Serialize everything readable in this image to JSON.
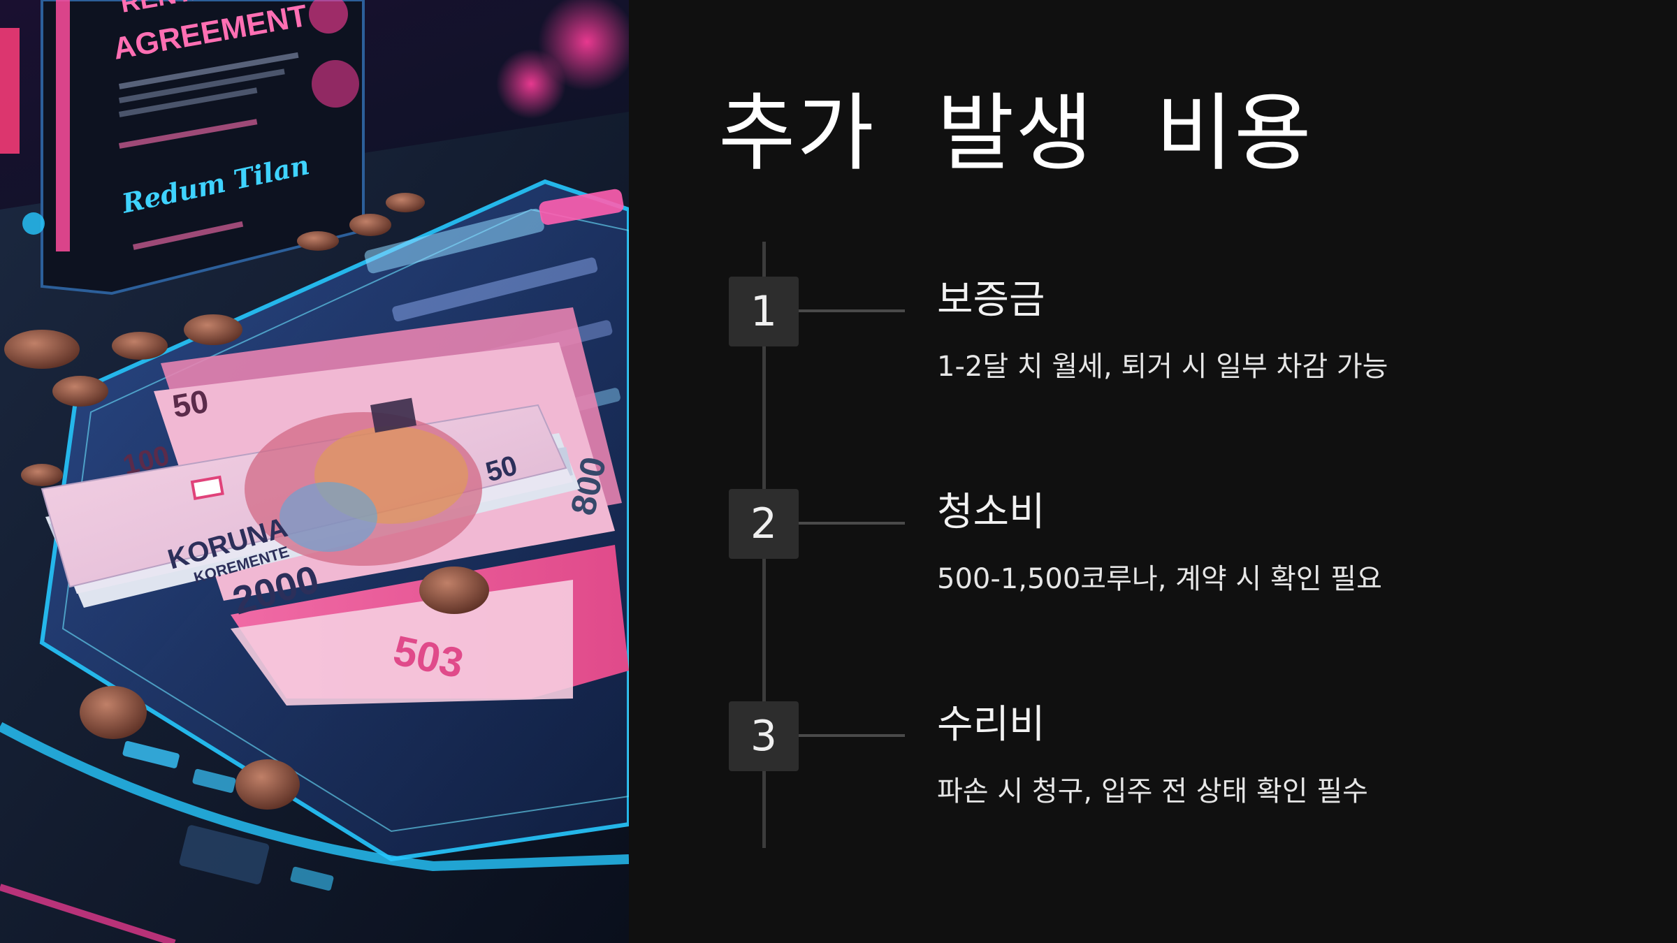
{
  "slide": {
    "title": "추가 발생 비용",
    "steps": [
      {
        "number": "1",
        "title": "보증금",
        "description": "1-2달 치 월세, 퇴거 시 일부 차감 가능"
      },
      {
        "number": "2",
        "title": "청소비",
        "description": "500-1,500코루나, 계약 시 확인 필요"
      },
      {
        "number": "3",
        "title": "수리비",
        "description": "파손 시 청구, 입주 전 상태 확인 필수"
      }
    ]
  },
  "illustration": {
    "document_heading": [
      "RENTAL",
      "AGREEMENT"
    ],
    "document_signature": "Redum Tilan",
    "banknote_texts": [
      "KORUNA",
      "KOREMENTE",
      "2000",
      "50",
      "100",
      "503",
      "800"
    ]
  },
  "colors": {
    "background": "#101010",
    "text": "#ffffff",
    "step_box": "#2d2d2d",
    "timeline": "#3c3c3c",
    "neon_pink": "#ff3d9a",
    "neon_cyan": "#27c8ff"
  }
}
